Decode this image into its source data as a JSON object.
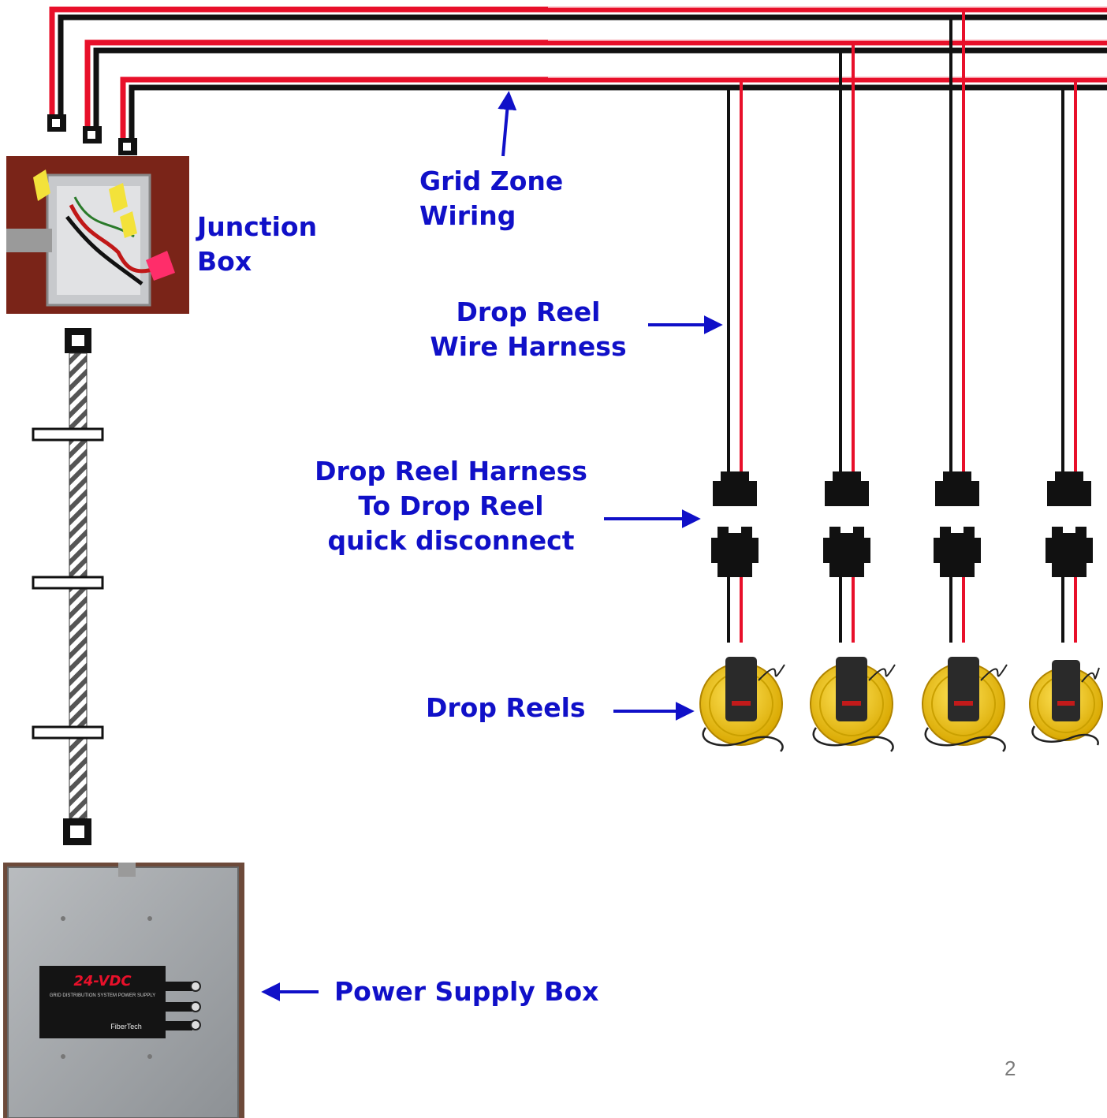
{
  "labels": {
    "grid_zone": [
      "Grid Zone",
      "Wiring"
    ],
    "junction_box": [
      "Junction",
      "Box"
    ],
    "wire_harness": [
      "Drop Reel",
      "Wire Harness"
    ],
    "quick_disconnect": [
      "Drop Reel Harness",
      "To Drop Reel",
      "quick disconnect"
    ],
    "drop_reels": "Drop Reels",
    "power_supply": "Power Supply Box"
  },
  "power_supply_panel": {
    "title": "24-VDC",
    "subtitle": "GRID DISTRIBUTION SYSTEM POWER SUPPLY",
    "brand": "FiberTech"
  },
  "page_number": "2",
  "colors": {
    "label_blue": "#1010c8",
    "wire_red": "#e8102a",
    "wire_black": "#111111",
    "reel_yellow": "#f2c400"
  },
  "icons": [
    "junction-box-photo",
    "conduit-pipe-icon",
    "power-supply-box-photo",
    "drop-reel-icon",
    "quick-disconnect-connector-icon"
  ]
}
